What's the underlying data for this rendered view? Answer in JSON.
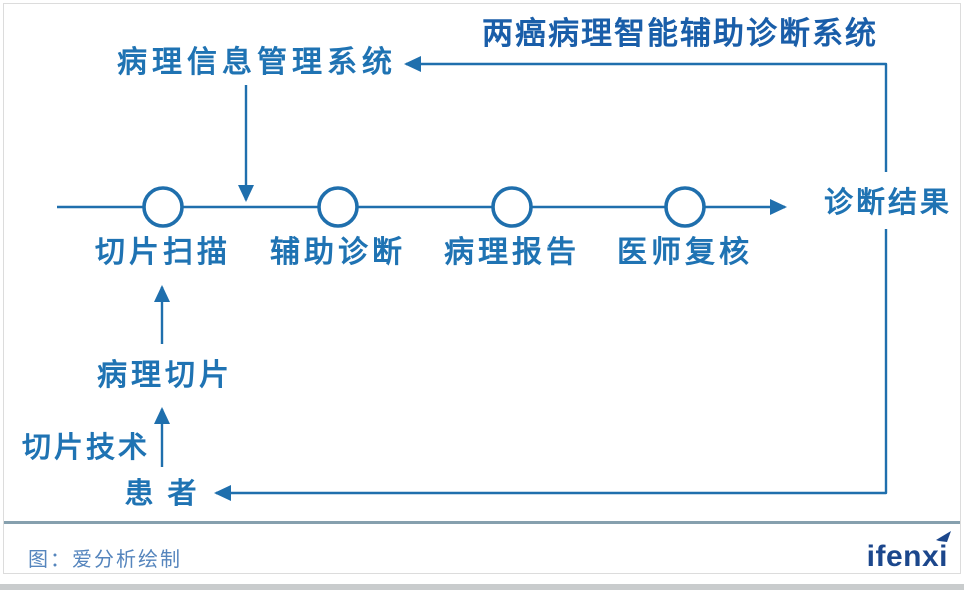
{
  "diagram": {
    "title": "两癌病理智能辅助诊断系统",
    "management_system": "病理信息管理系统",
    "stages": [
      {
        "label": "切片扫描"
      },
      {
        "label": "辅助诊断"
      },
      {
        "label": "病理报告"
      },
      {
        "label": "医师复核"
      }
    ],
    "result": "诊断结果",
    "pathology_slide": "病理切片",
    "slide_technique": "切片技术",
    "patient": "患 者",
    "icons": {
      "node": "circle-node",
      "arrows": [
        "left-arrow",
        "down-arrow",
        "right-arrow",
        "up-arrow"
      ]
    },
    "colors": {
      "title": "#1a5ea9",
      "label": "#1f73b3",
      "line": "#1f6fad",
      "caption": "#5585bd",
      "logo": "#1c478c",
      "divider": "#86a0ae"
    }
  },
  "footer": {
    "caption": "图：爱分析绘制",
    "logo_text": "ifenxi"
  }
}
